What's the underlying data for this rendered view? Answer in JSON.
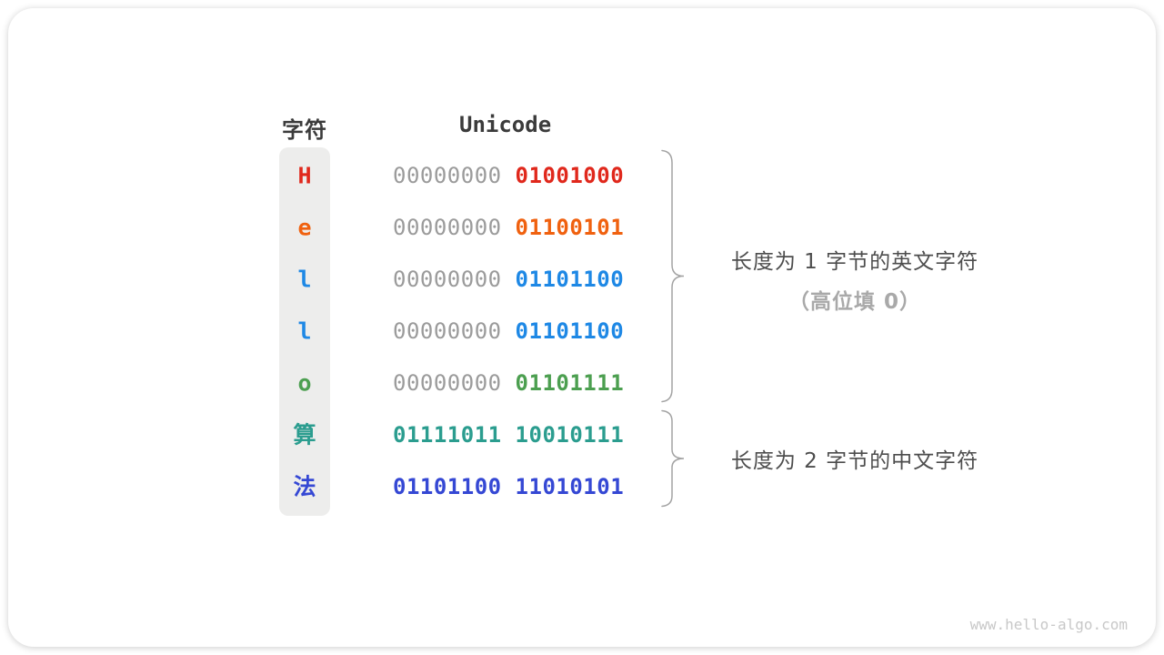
{
  "table": {
    "headers": {
      "char": "字符",
      "unicode": "Unicode"
    },
    "rows": [
      {
        "char": "H",
        "color": "#e0281c",
        "prefix": "00000000",
        "bits": "01001000"
      },
      {
        "char": "e",
        "color": "#f0610f",
        "prefix": "00000000",
        "bits": "01100101"
      },
      {
        "char": "l",
        "color": "#1e88e5",
        "prefix": "00000000",
        "bits": "01101100"
      },
      {
        "char": "l",
        "color": "#1e88e5",
        "prefix": "00000000",
        "bits": "01101100"
      },
      {
        "char": "o",
        "color": "#4c9f50",
        "prefix": "00000000",
        "bits": "01101111"
      },
      {
        "char": "算",
        "color": "#2b9d8f",
        "prefix": "",
        "bits": "01111011 10010111"
      },
      {
        "char": "法",
        "color": "#3548d4",
        "prefix": "",
        "bits": "01101100 11010101"
      }
    ]
  },
  "annotations": [
    {
      "line1": "长度为 1 字节的英文字符",
      "line2": "（高位填 0）"
    },
    {
      "line1": "长度为 2 字节的中文字符",
      "line2": ""
    }
  ],
  "colors": {
    "digit_gray": "#9b9b9b",
    "header_text": "#3b3b3b",
    "annotation_text": "#4d4d4d",
    "annotation_muted": "#a9a9a9",
    "brace": "#a3a3a3",
    "column_background": "#ededec",
    "watermark": "#c8c8c8"
  },
  "watermark": "www.hello-algo.com"
}
